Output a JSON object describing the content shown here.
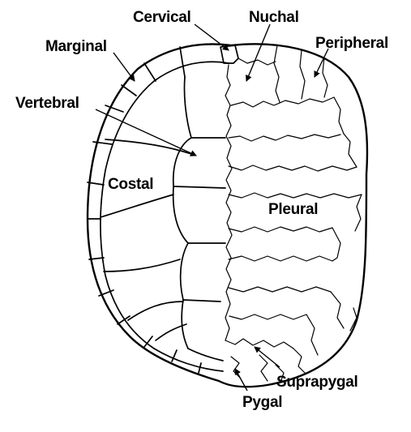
{
  "labels": {
    "cervical": "Cervical",
    "nuchal": "Nuchal",
    "marginal": "Marginal",
    "peripheral": "Peripheral",
    "vertebral": "Vertebral",
    "costal": "Costal",
    "pleural": "Pleural",
    "suprapygal": "Suprapygal",
    "pygal": "Pygal"
  }
}
